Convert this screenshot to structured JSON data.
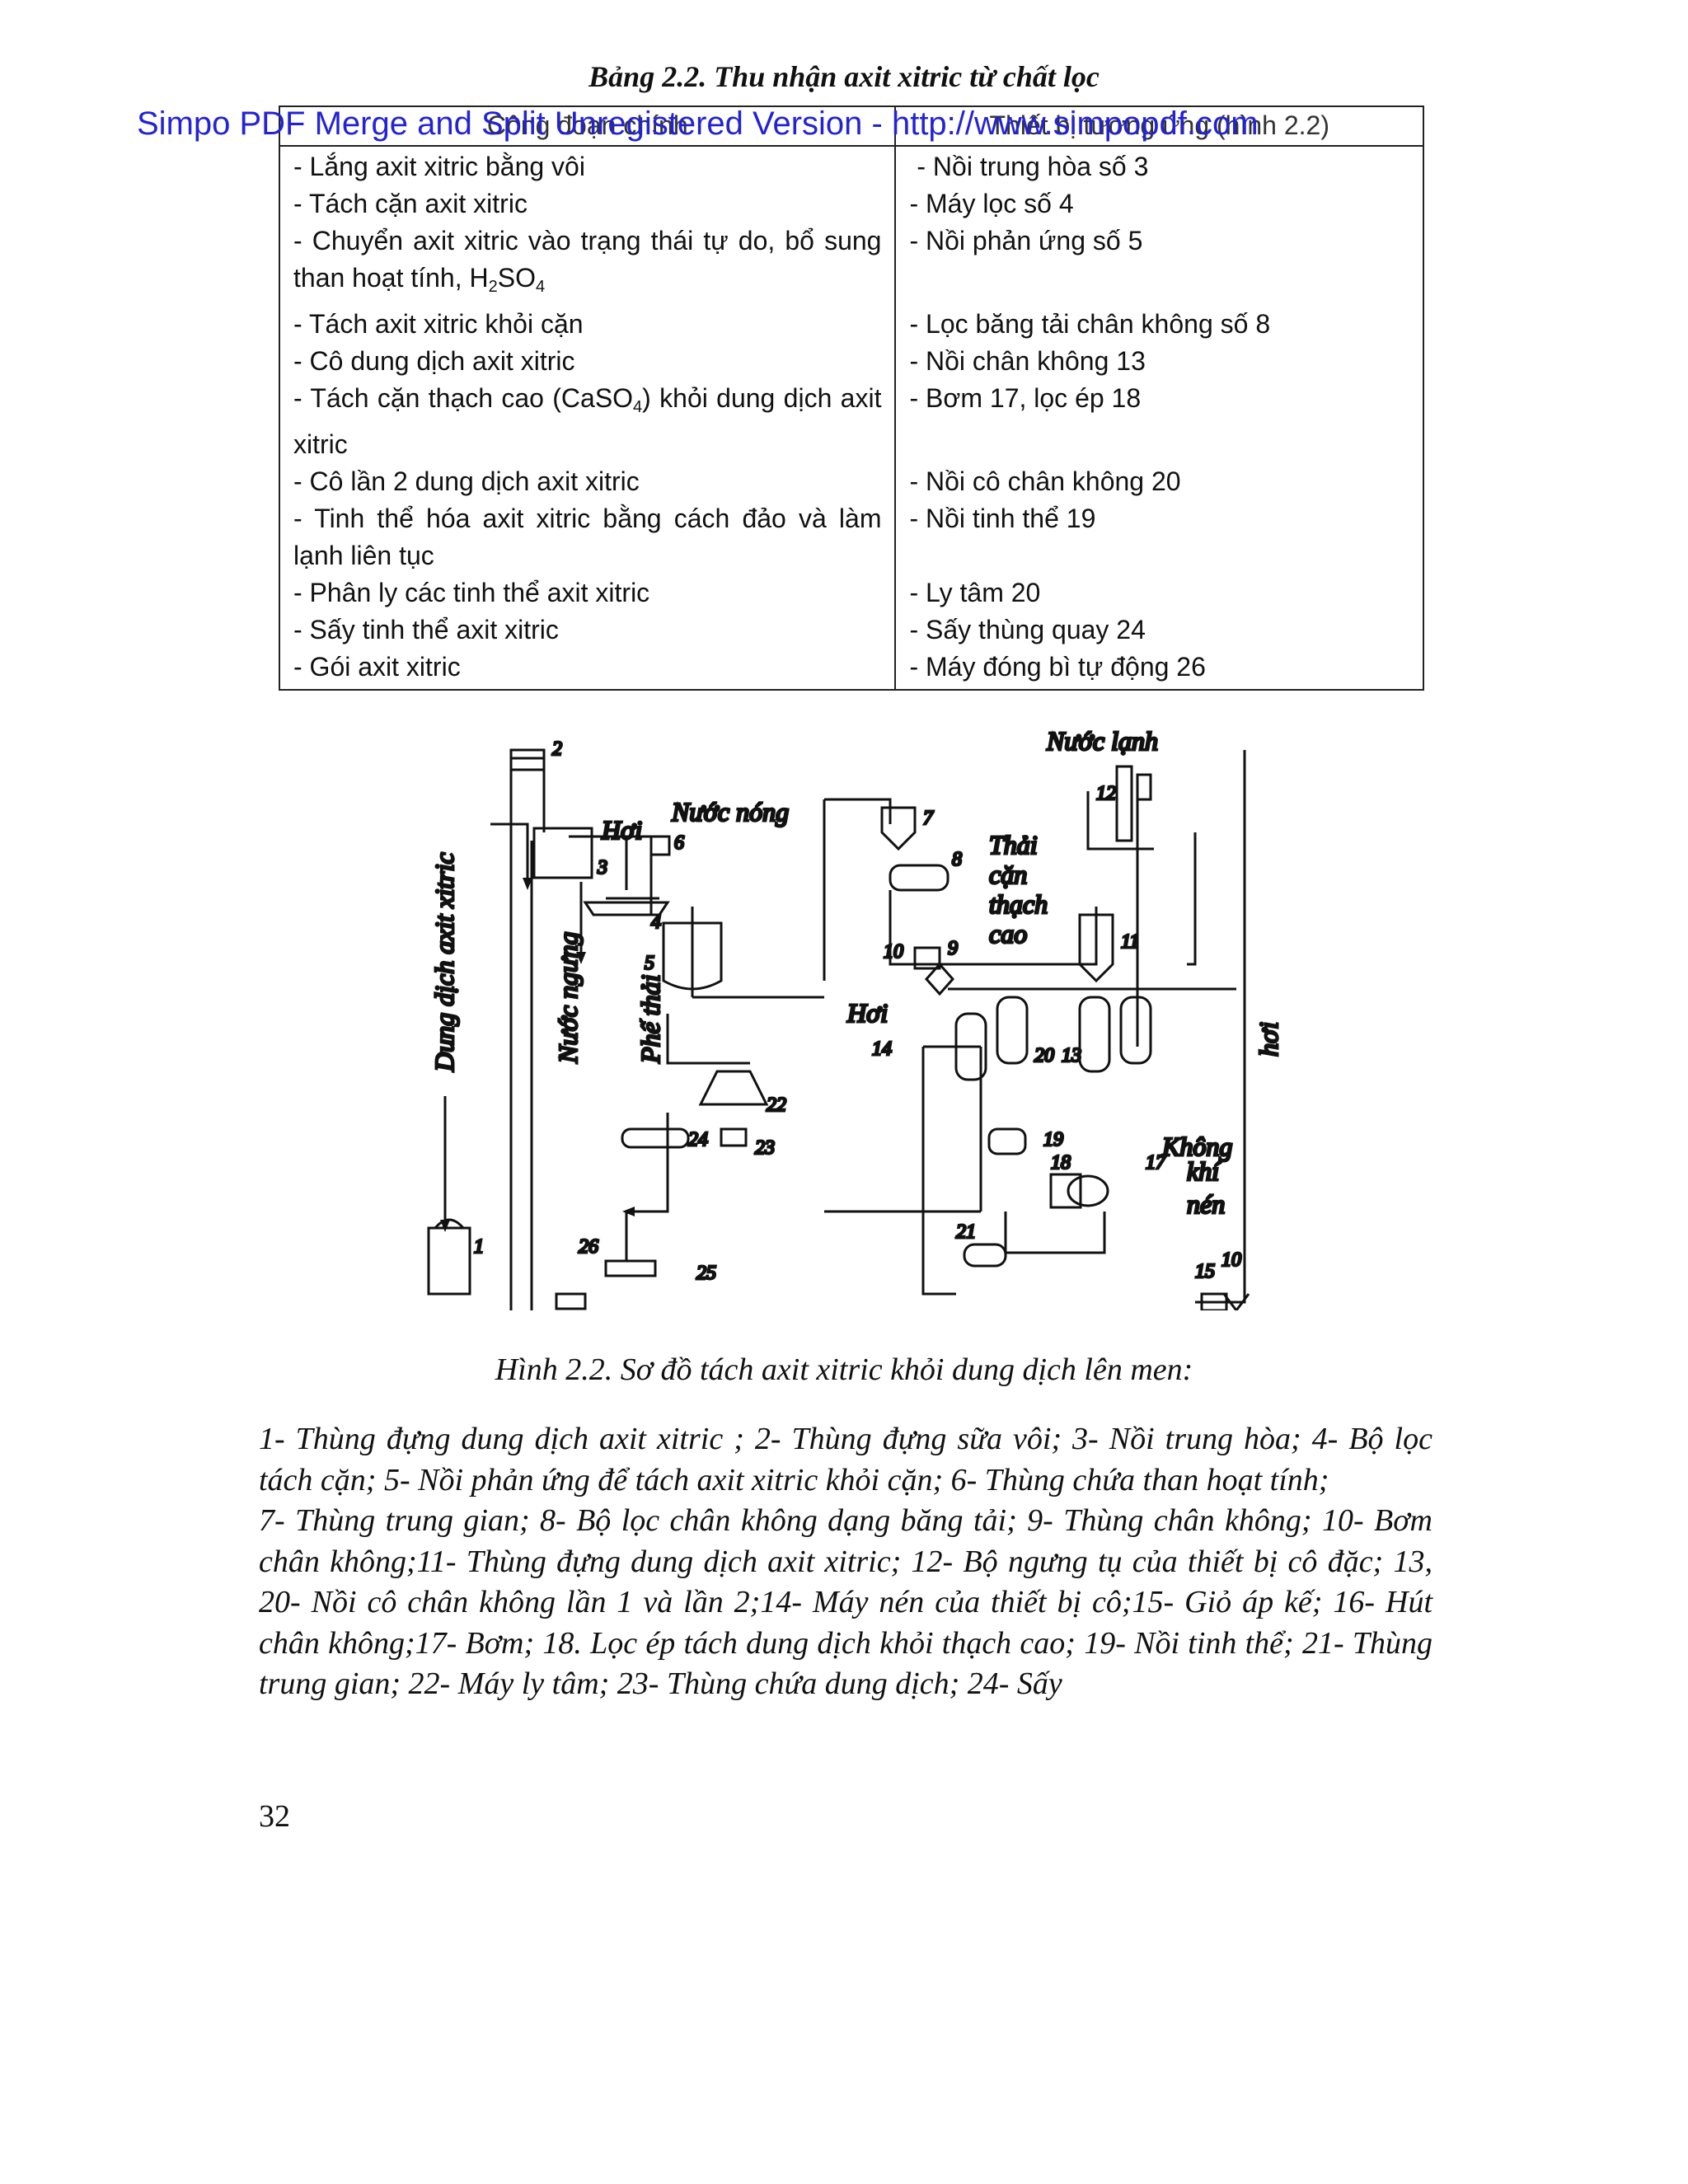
{
  "title": "Bảng 2.2. Thu nhận axit xitric từ chất lọc",
  "watermark": "Simpo PDF Merge and Split Unregistered Version - http://www.simpopdf.com",
  "table": {
    "headers": [
      "Công đoạn chính",
      "Thiết bị tương ứng (hình 2.2)"
    ],
    "rows": [
      {
        "step": "- Lắng axit xitric bằng vôi",
        "equipment": " - Nồi trung hòa số 3"
      },
      {
        "step": "- Tách cặn axit xitric",
        "equipment": "- Máy lọc số 4"
      },
      {
        "step_pre": "- Chuyển axit xitric vào trạng thái tự do, bổ sung than hoạt tính, H",
        "step_sub1": "2",
        "step_mid": "SO",
        "step_sub2": "4",
        "equipment": "- Nồi phản ứng số 5"
      },
      {
        "step": "- Tách axit xitric khỏi cặn",
        "equipment": "- Lọc băng tải chân không số 8"
      },
      {
        "step": "- Cô dung dịch axit xitric",
        "equipment": "- Nồi chân không 13"
      },
      {
        "step_pre": "- Tách cặn thạch cao (CaSO",
        "step_sub1": "4",
        "step_mid": ") khỏi dung dịch axit xitric",
        "equipment": "- Bơm 17, lọc ép 18"
      },
      {
        "step": "- Cô lần 2 dung dịch axit xitric",
        "equipment": "- Nồi cô chân không 20"
      },
      {
        "step": "- Tinh thể hóa axit xitric bằng cách đảo và làm lạnh liên tục",
        "equipment": "- Nồi tinh thể 19"
      },
      {
        "step": "- Phân ly các tinh thể axit xitric",
        "equipment": "- Ly tâm 20"
      },
      {
        "step": "- Sấy tinh thể axit xitric",
        "equipment": "- Sấy thùng quay 24"
      },
      {
        "step": "- Gói axit xitric",
        "equipment": "- Máy đóng bì tự động 26"
      }
    ]
  },
  "diagram": {
    "labels": {
      "dung_dich": "Dung dịch axit xitric",
      "nuoc_ngung": "Nước ngưng",
      "phe_thai": "Phế thải",
      "hoi_top": "Hơi",
      "nuoc_nong": "Nước nóng",
      "thai": "Thải",
      "can": "cặn",
      "thach": "thạch",
      "cao": "cao",
      "nuoc_lanh": "Nước lạnh",
      "hoi_mid": "Hơi",
      "hoi_right": "hơi",
      "khong": "Không",
      "khi": "khí",
      "nen": "nén"
    },
    "numbers": [
      "1",
      "2",
      "3",
      "4",
      "5",
      "6",
      "7",
      "8",
      "9",
      "10",
      "11",
      "12",
      "13",
      "14",
      "20",
      "19",
      "18",
      "17",
      "21",
      "22",
      "23",
      "24",
      "25",
      "26",
      "15",
      "10"
    ]
  },
  "figure_caption": "Hình 2.2. Sơ đồ tách axit xitric khỏi dung dịch lên men:",
  "legend": [
    "1- Thùng đựng dung dịch axit xitric ; 2- Thùng đựng sữa vôi; 3- Nồi trung hòa; 4- Bộ lọc tách cặn; 5- Nồi phản ứng để tách axit xitric khỏi cặn; 6- Thùng chứa than hoạt tính;",
    "7- Thùng trung gian; 8- Bộ lọc chân không dạng băng tải; 9- Thùng chân không; 10- Bơm chân không;11- Thùng đựng dung dịch axit xitric; 12- Bộ ngưng tụ của thiết bị cô đặc; 13, 20- Nồi cô chân không lần 1 và lần 2;14- Máy nén của thiết bị cô;15- Giỏ áp kế; 16- Hút chân không;17- Bơm; 18. Lọc ép tách dung dịch khỏi thạch cao; 19- Nồi tinh thể; 21- Thùng trung gian; 22- Máy ly tâm; 23- Thùng chứa dung dịch; 24- Sấy"
  ],
  "page_number": "32"
}
